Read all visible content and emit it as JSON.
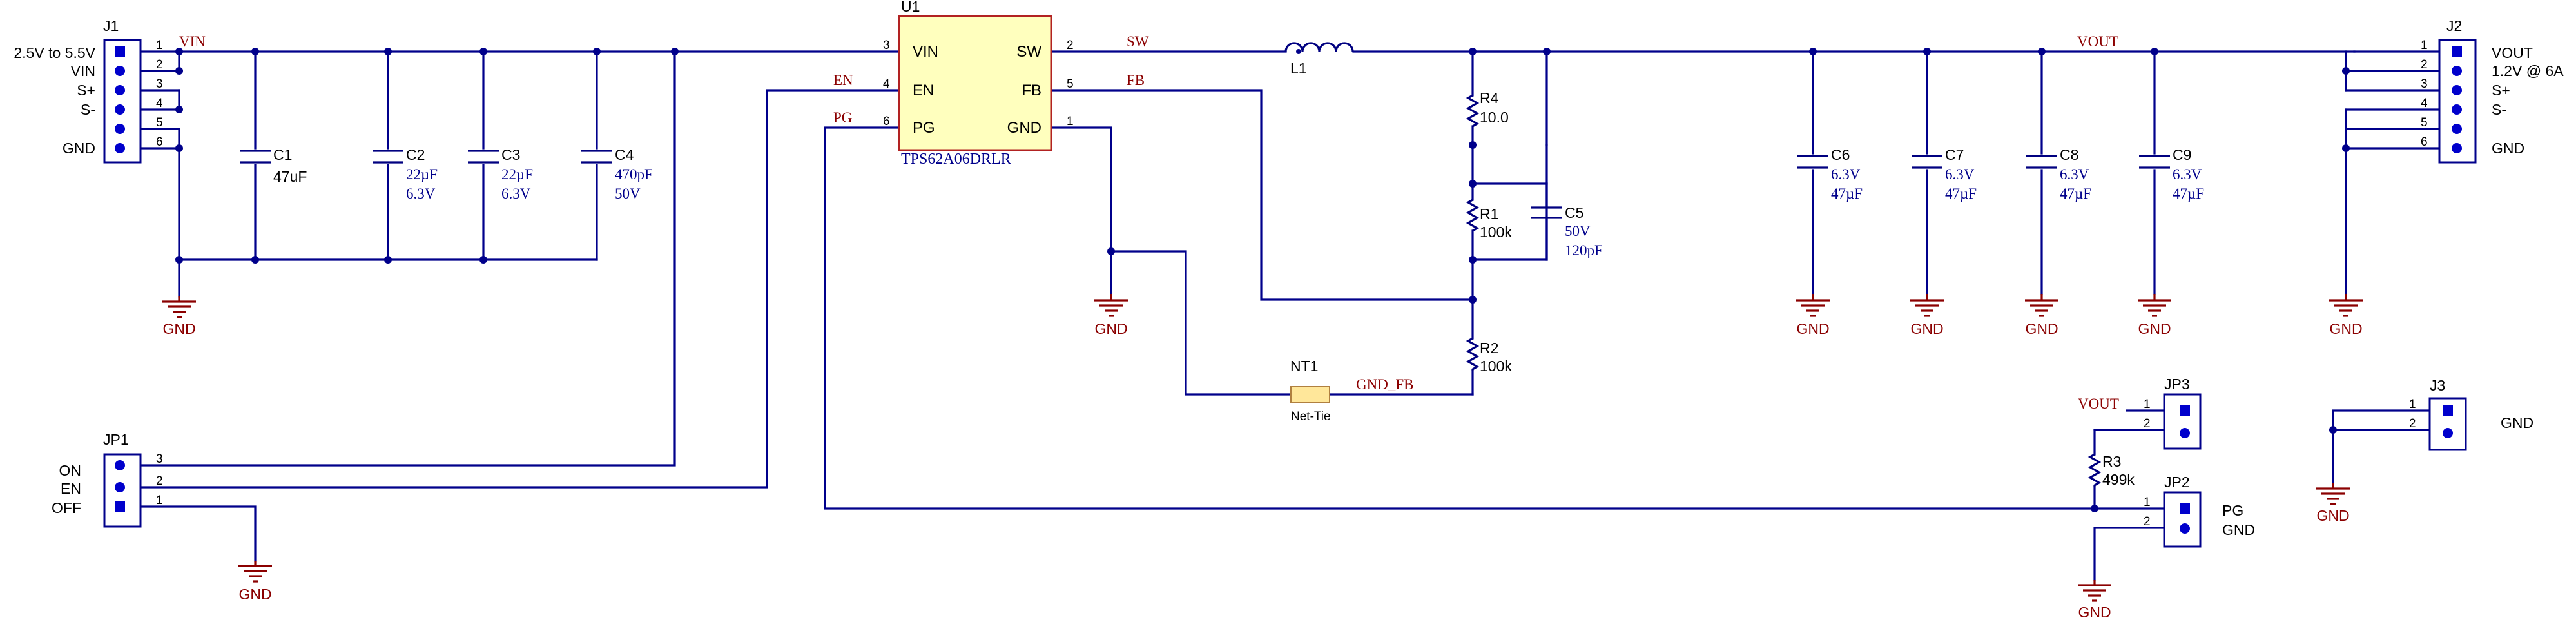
{
  "connectors": {
    "j1": {
      "ref": "J1",
      "pins": [
        "1",
        "2",
        "3",
        "4",
        "5",
        "6"
      ],
      "labels": [
        "2.5V to 5.5V",
        "VIN",
        "S+",
        "S-",
        "GND"
      ]
    },
    "j2": {
      "ref": "J2",
      "pins": [
        "1",
        "2",
        "3",
        "4",
        "5",
        "6"
      ],
      "labels": [
        "VOUT",
        "1.2V @ 6A",
        "S+",
        "S-",
        "GND"
      ]
    },
    "j3": {
      "ref": "J3",
      "pins": [
        "1",
        "2"
      ],
      "label": "GND"
    },
    "jp1": {
      "ref": "JP1",
      "pins": [
        "3",
        "2",
        "1"
      ],
      "labels": [
        "ON",
        "EN",
        "OFF"
      ]
    },
    "jp2": {
      "ref": "JP2",
      "pins": [
        "1",
        "2"
      ],
      "labels": [
        "PG",
        "GND"
      ]
    },
    "jp3": {
      "ref": "JP3",
      "pins": [
        "1",
        "2"
      ]
    }
  },
  "ic": {
    "ref": "U1",
    "part": "TPS62A06DRLR",
    "pins": {
      "vin": "VIN",
      "en": "EN",
      "pg": "PG",
      "sw": "SW",
      "fb": "FB",
      "gnd": "GND"
    },
    "pin_numbers": {
      "vin": "3",
      "en": "4",
      "pg": "6",
      "sw": "2",
      "fb": "5",
      "gnd": "1"
    }
  },
  "inductor": {
    "ref": "L1"
  },
  "capacitors": {
    "c1": {
      "ref": "C1",
      "value": "47uF"
    },
    "c2": {
      "ref": "C2",
      "value": "22µF",
      "voltage": "6.3V"
    },
    "c3": {
      "ref": "C3",
      "value": "22µF",
      "voltage": "6.3V"
    },
    "c4": {
      "ref": "C4",
      "value": "470pF",
      "voltage": "50V"
    },
    "c5": {
      "ref": "C5",
      "voltage": "50V",
      "value": "120pF"
    },
    "c6": {
      "ref": "C6",
      "voltage": "6.3V",
      "value": "47µF"
    },
    "c7": {
      "ref": "C7",
      "voltage": "6.3V",
      "value": "47µF"
    },
    "c8": {
      "ref": "C8",
      "voltage": "6.3V",
      "value": "47µF"
    },
    "c9": {
      "ref": "C9",
      "voltage": "6.3V",
      "value": "47µF"
    }
  },
  "resistors": {
    "r1": {
      "ref": "R1",
      "value": "100k"
    },
    "r2": {
      "ref": "R2",
      "value": "100k"
    },
    "r3": {
      "ref": "R3",
      "value": "499k"
    },
    "r4": {
      "ref": "R4",
      "value": "10.0"
    }
  },
  "nettie": {
    "ref": "NT1",
    "label": "Net-Tie"
  },
  "nets": {
    "vin": "VIN",
    "sw": "SW",
    "en": "EN",
    "fb": "FB",
    "pg": "PG",
    "vout": "VOUT",
    "gnd_fb": "GND_FB"
  },
  "ground_label": "GND"
}
